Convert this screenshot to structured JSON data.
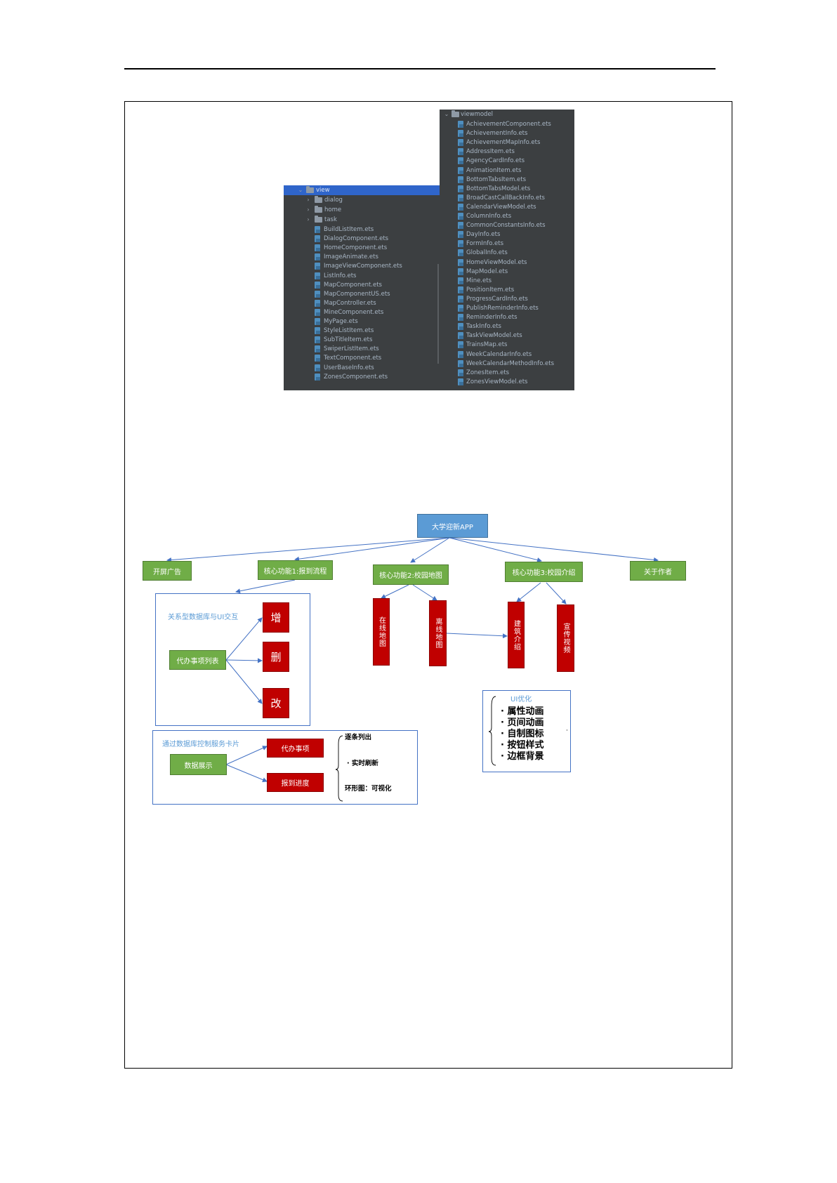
{
  "ide": {
    "left_panel": {
      "root_folder": "view",
      "folders": [
        "dialog",
        "home",
        "task"
      ],
      "files": [
        "BuildListItem.ets",
        "DialogComponent.ets",
        "HomeComponent.ets",
        "ImageAnimate.ets",
        "ImageViewComponent.ets",
        "ListInfo.ets",
        "MapComponent.ets",
        "MapComponentUS.ets",
        "MapController.ets",
        "MineComponent.ets",
        "MyPage.ets",
        "StyleListItem.ets",
        "SubTitleItem.ets",
        "SwiperListItem.ets",
        "TextComponent.ets",
        "UserBaseInfo.ets",
        "ZonesComponent.ets"
      ]
    },
    "right_panel": {
      "root_folder": "viewmodel",
      "files": [
        "AchievementComponent.ets",
        "AchievementInfo.ets",
        "AchievementMapInfo.ets",
        "AddressItem.ets",
        "AgencyCardInfo.ets",
        "AnimationItem.ets",
        "BottomTabsItem.ets",
        "BottomTabsModel.ets",
        "BroadCastCallBackInfo.ets",
        "CalendarViewModel.ets",
        "ColumnInfo.ets",
        "CommonConstantsInfo.ets",
        "DayInfo.ets",
        "FormInfo.ets",
        "GlobalInfo.ets",
        "HomeViewModel.ets",
        "MapModel.ets",
        "Mine.ets",
        "PositionItem.ets",
        "ProgressCardInfo.ets",
        "PublishReminderInfo.ets",
        "ReminderInfo.ets",
        "TaskInfo.ets",
        "TaskViewModel.ets",
        "TrainsMap.ets",
        "WeekCalendarInfo.ets",
        "WeekCalendarMethodInfo.ets",
        "ZonesItem.ets",
        "ZonesViewModel.ets"
      ]
    }
  },
  "diagram": {
    "root": "大学迎新APP",
    "level1": [
      "开屏广告",
      "核心功能1:报到流程",
      "核心功能2:校园地图",
      "核心功能3:校园介绍",
      "关于作者"
    ],
    "panel1": {
      "title": "关系型数据库与UI交互",
      "source": "代办事项列表",
      "actions": [
        "增",
        "删",
        "改"
      ]
    },
    "panel2": {
      "title": "通过数据库控制服务卡片",
      "source": "数据展示",
      "targets": [
        "代办事项",
        "报到进度"
      ],
      "notes": [
        "逐条列出",
        "· 实时刷新",
        "环形图：可视化"
      ]
    },
    "map_children": [
      "在线地图",
      "离线地图"
    ],
    "intro_children": [
      "建筑介绍",
      "宣传视频"
    ],
    "ui_panel": {
      "title": "UI优化",
      "items": [
        "· 属性动画",
        "· 页间动画",
        "· 自制图标",
        "· 按钮样式",
        "· 边框背景"
      ],
      "trailing_mark": "·"
    }
  },
  "colors": {
    "green": "#70ad47",
    "blue": "#5b9bd5",
    "red": "#c00000",
    "ide_bg": "#3c3f41",
    "ide_selected": "#2f65ca"
  }
}
